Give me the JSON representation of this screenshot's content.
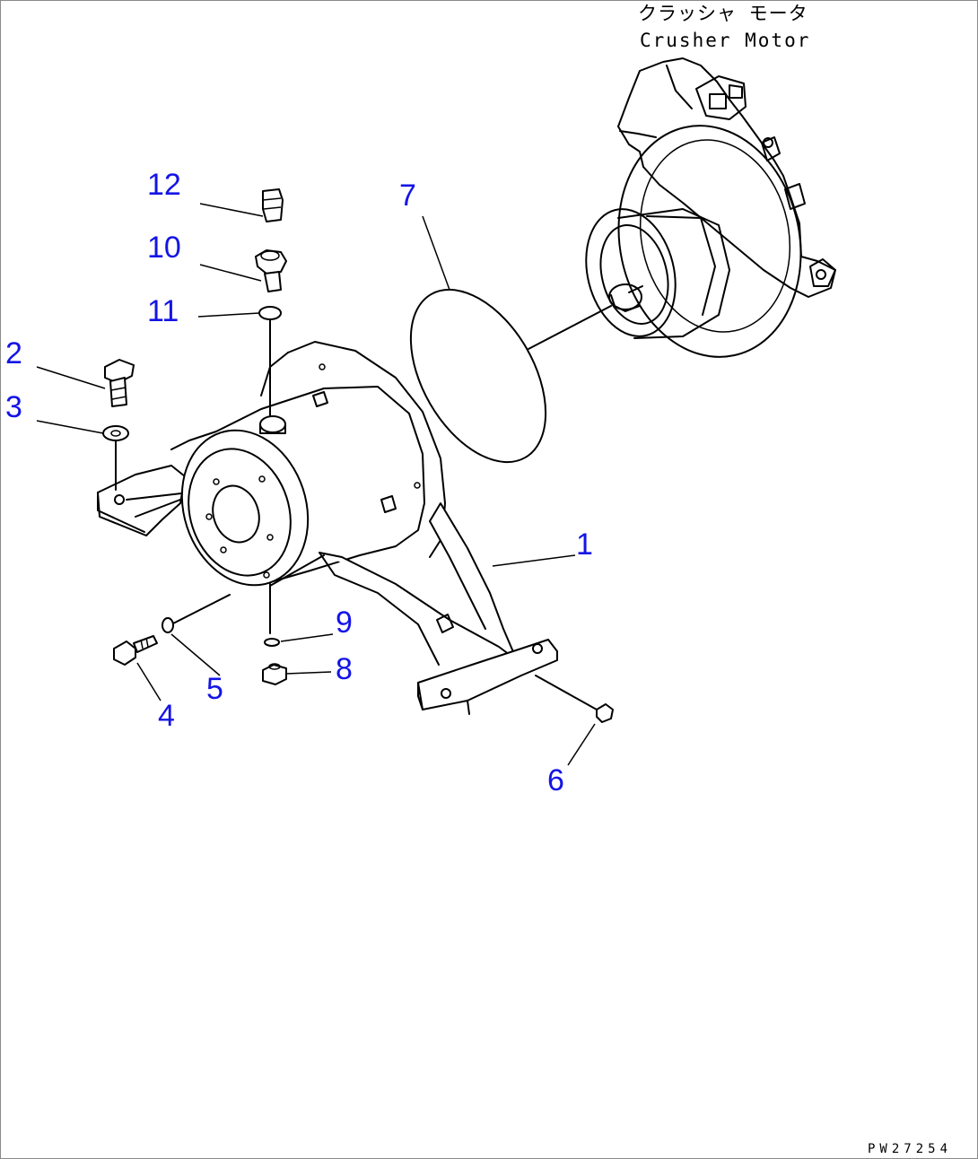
{
  "header": {
    "title_ja": "クラッシャ モータ",
    "title_en": "Crusher Motor"
  },
  "callouts": {
    "c1": "1",
    "c2": "2",
    "c3": "3",
    "c4": "4",
    "c5": "5",
    "c6": "6",
    "c7": "7",
    "c8": "8",
    "c9": "9",
    "c10": "10",
    "c11": "11",
    "c12": "12"
  },
  "footer": {
    "drawing_code": "PW27254"
  },
  "colors": {
    "callout": "#1414e6",
    "linework": "#000000",
    "frame": "#8a8a8a"
  }
}
